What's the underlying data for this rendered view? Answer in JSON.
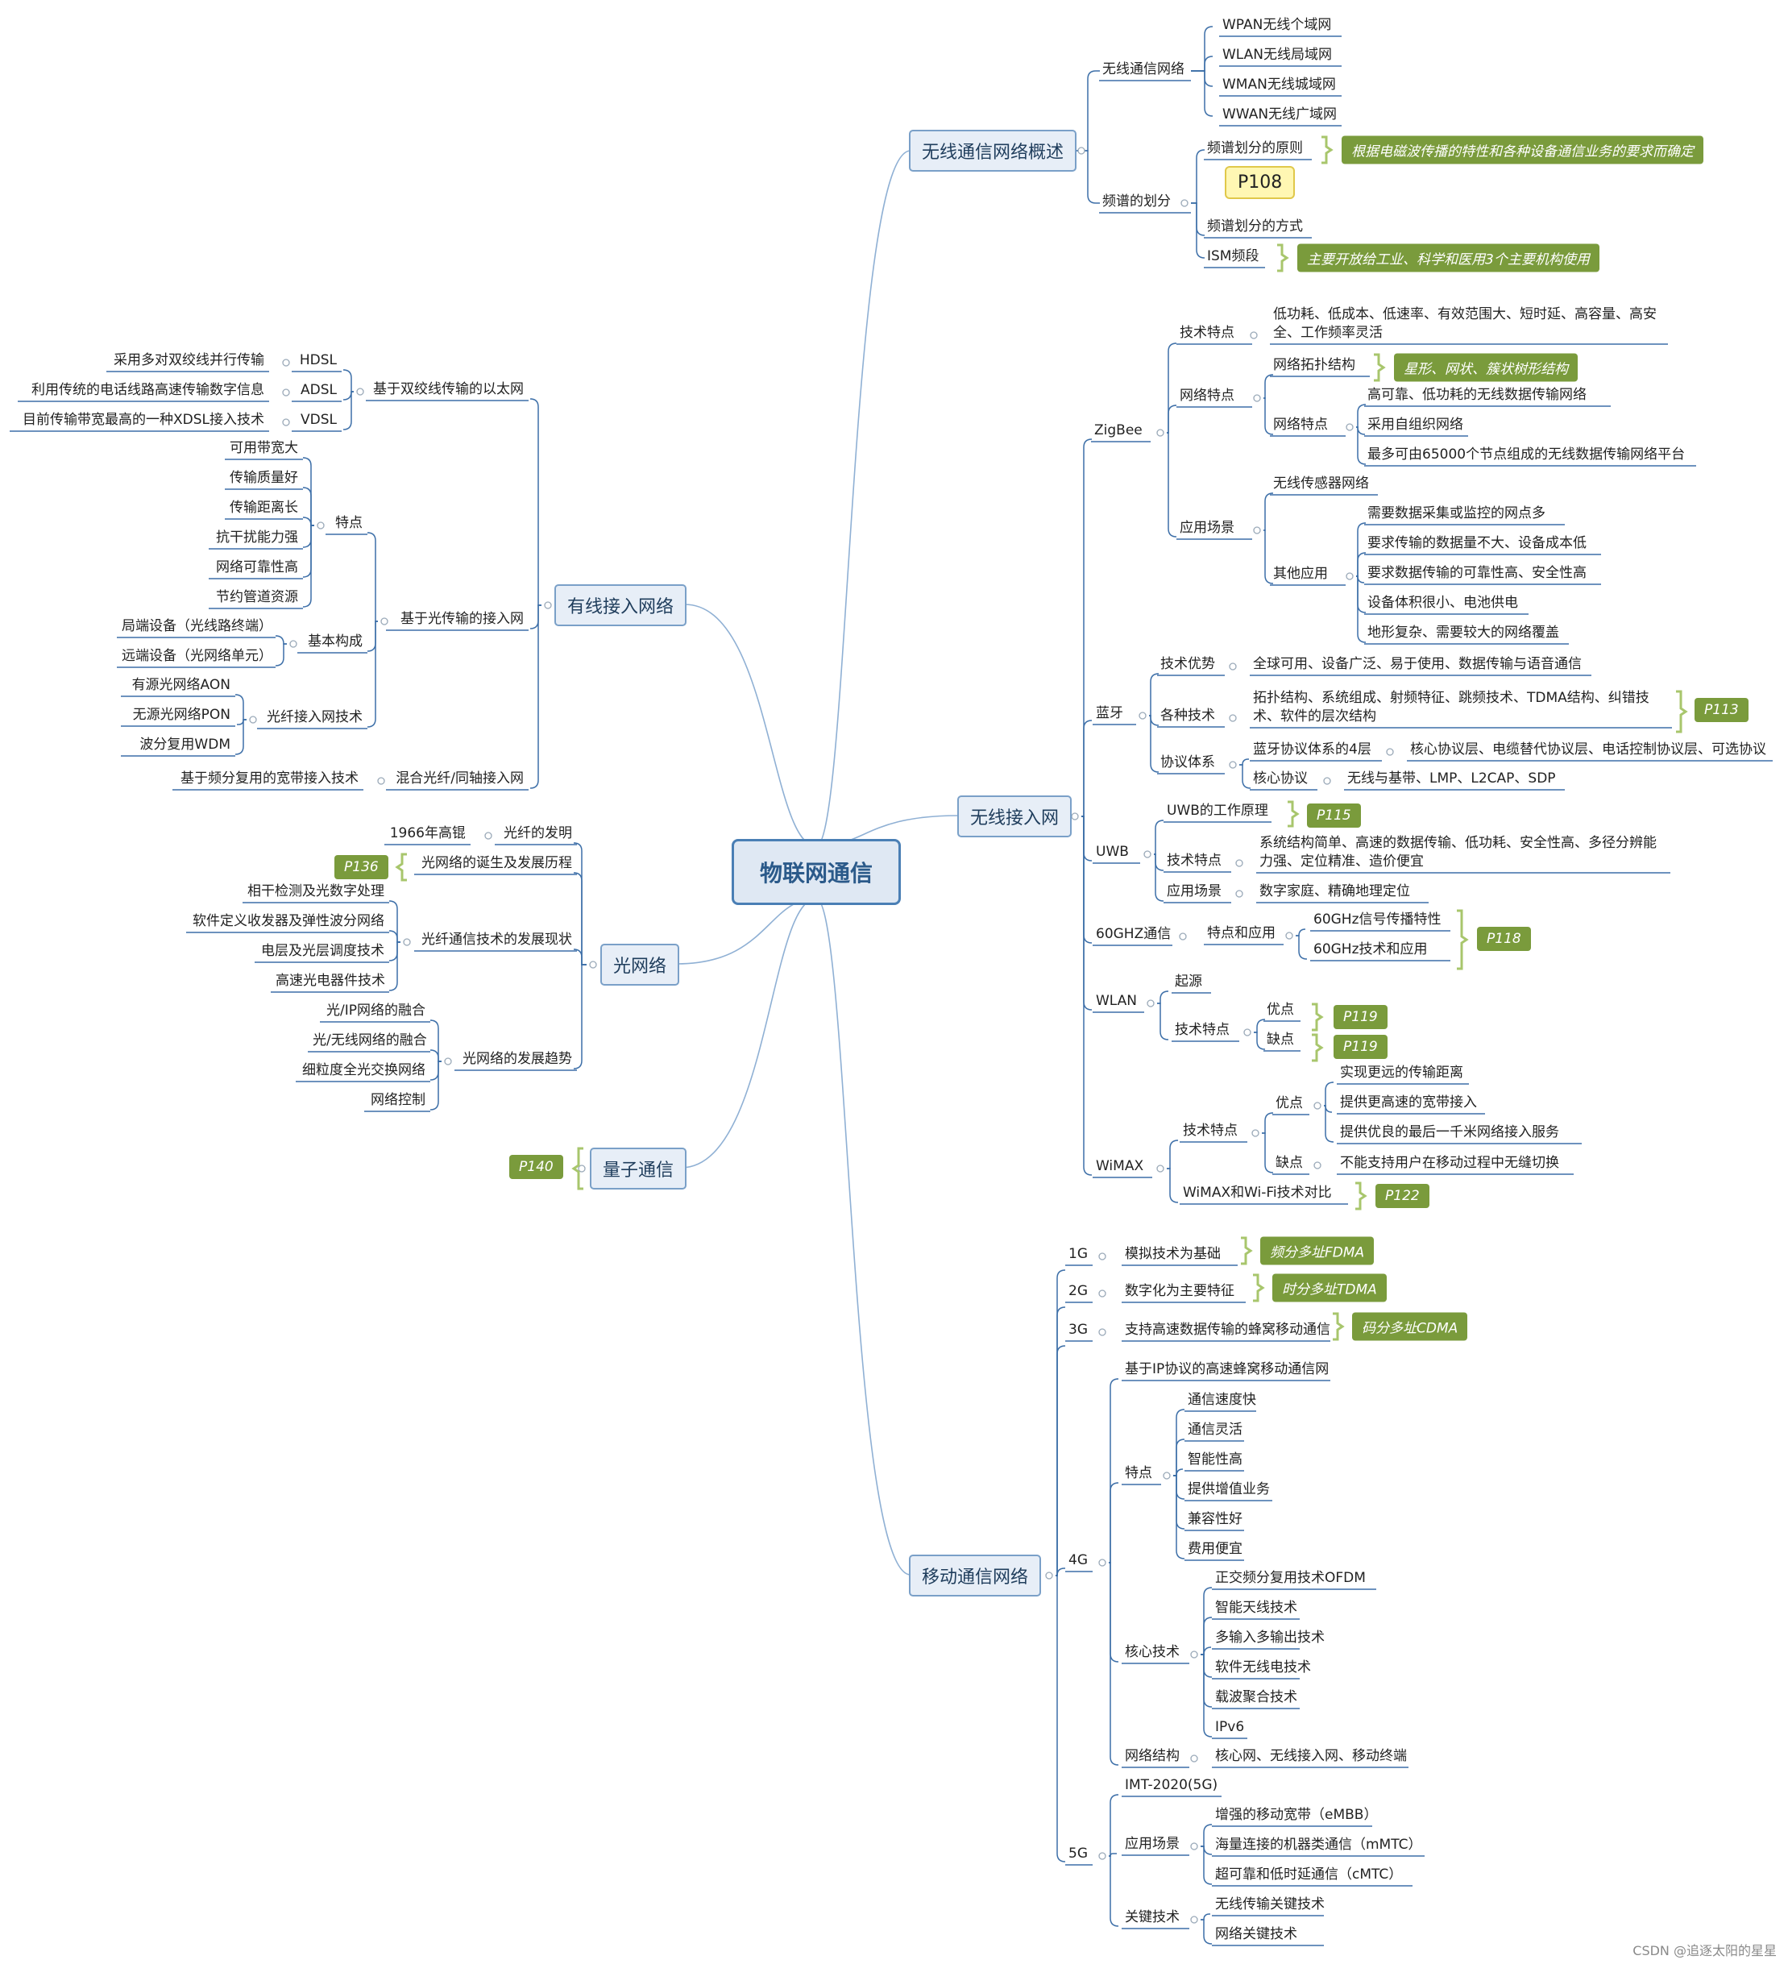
{
  "root": "物联网通信",
  "watermark": "CSDN @追逐太阳的星星",
  "colors": {
    "line": "#3d6fa8",
    "soft": "#8fb0d4",
    "tag": "#7a9b3c",
    "bracket": "#a8c66c"
  },
  "branches": {
    "wireless_overview": {
      "title": "无线通信网络概述",
      "comm_net": "无线通信网络",
      "comm_items": [
        "WPAN无线个域网",
        "WLAN无线局域网",
        "WMAN无线城域网",
        "WWAN无线广域网"
      ],
      "spectrum": "频谱的划分",
      "principle": "频谱划分的原则",
      "principle_tag": "根据电磁波传播的特性和各种设备通信业务的要求而确定",
      "callout": "P108",
      "method": "频谱划分的方式",
      "ism": "ISM频段",
      "ism_tag": "主要开放给工业、科学和医用3个主要机构使用"
    },
    "wireless_access": {
      "title": "无线接入网",
      "zigbee": {
        "label": "ZigBee",
        "tech": "技术特点",
        "tech_line1": "低功耗、低成本、低速率、有效范围大、短时延、高容量、高安",
        "tech_line2": "全、工作频率灵活",
        "net_feat": "网络特点",
        "topo": "网络拓扑结构",
        "topo_tag": "星形、网状、簇状树形结构",
        "net_feat2": "网络特点",
        "net_items": [
          "高可靠、低功耗的无线数据传输网络",
          "采用自组织网络",
          "最多可由65000个节点组成的无线数据传输网络平台"
        ],
        "scene": "应用场景",
        "sensor": "无线传感器网络",
        "other": "其他应用",
        "other_items": [
          "需要数据采集或监控的网点多",
          "要求传输的数据量不大、设备成本低",
          "要求数据传输的可靠性高、安全性高",
          "设备体积很小、电池供电",
          "地形复杂、需要较大的网络覆盖"
        ]
      },
      "bluetooth": {
        "label": "蓝牙",
        "adv": "技术优势",
        "adv_text": "全球可用、设备广泛、易于使用、数据传输与语音通信",
        "tech": "各种技术",
        "tech_line1": "拓扑结构、系统组成、射频特征、跳频技术、TDMA结构、纠错技",
        "tech_line2": "术、软件的层次结构",
        "tech_tag": "P113",
        "proto": "协议体系",
        "layers": "蓝牙协议体系的4层",
        "layers_text": "核心协议层、电缆替代协议层、电话控制协议层、可选协议",
        "core": "核心协议",
        "core_text": "无线与基带、LMP、L2CAP、SDP"
      },
      "uwb": {
        "label": "UWB",
        "principle": "UWB的工作原理",
        "principle_tag": "P115",
        "tech": "技术特点",
        "tech_line1": "系统结构简单、高速的数据传输、低功耗、安全性高、多径分辨能",
        "tech_line2": "力强、定位精准、造价便宜",
        "scene": "应用场景",
        "scene_text": "数字家庭、精确地理定位"
      },
      "ghz60": {
        "label": "60GHZ通信",
        "feat": "特点和应用",
        "items": [
          "60GHz信号传播特性",
          "60GHz技术和应用"
        ],
        "tag": "P118"
      },
      "wlan": {
        "label": "WLAN",
        "origin": "起源",
        "tech": "技术特点",
        "pro": "优点",
        "con": "缺点",
        "tag": "P119"
      },
      "wimax": {
        "label": "WiMAX",
        "tech": "技术特点",
        "pro": "优点",
        "pro_items": [
          "实现更远的传输距离",
          "提供更高速的宽带接入",
          "提供优良的最后一千米网络接入服务"
        ],
        "con": "缺点",
        "con_text": "不能支持用户在移动过程中无缝切换",
        "compare": "WiMAX和Wi-Fi技术对比",
        "compare_tag": "P122"
      }
    },
    "mobile": {
      "title": "移动通信网络",
      "g1": "1G",
      "g1_text": "模拟技术为基础",
      "g1_tag": "频分多址FDMA",
      "g2": "2G",
      "g2_text": "数字化为主要特征",
      "g2_tag": "时分多址TDMA",
      "g3": "3G",
      "g3_text": "支持高速数据传输的蜂窝移动通信",
      "g3_tag": "码分多址CDMA",
      "g4": "4G",
      "g4_ip": "基于IP协议的高速蜂窝移动通信网",
      "g4_feat": "特点",
      "g4_feat_items": [
        "通信速度快",
        "通信灵活",
        "智能性高",
        "提供增值业务",
        "兼容性好",
        "费用便宜"
      ],
      "g4_core": "核心技术",
      "g4_core_items": [
        "正交频分复用技术OFDM",
        "智能天线技术",
        "多输入多输出技术",
        "软件无线电技术",
        "载波聚合技术",
        "IPv6"
      ],
      "g4_net": "网络结构",
      "g4_net_text": "核心网、无线接入网、移动终端",
      "g5": "5G",
      "g5_imt": "IMT-2020(5G)",
      "g5_scene": "应用场景",
      "g5_scene_items": [
        "增强的移动宽带（eMBB）",
        "海量连接的机器类通信（mMTC）",
        "超可靠和低时延通信（cMTC）"
      ],
      "g5_key": "关键技术",
      "g5_key_items": [
        "无线传输关键技术",
        "网络关键技术"
      ]
    },
    "wired": {
      "title": "有线接入网络",
      "twisted": "基于双绞线传输的以太网",
      "hdsl": "HDSL",
      "hdsl_text": "采用多对双绞线并行传输",
      "adsl": "ADSL",
      "adsl_text": "利用传统的电话线路高速传输数字信息",
      "vdsl": "VDSL",
      "vdsl_text": "目前传输带宽最高的一种XDSL接入技术",
      "optical": "基于光传输的接入网",
      "feat": "特点",
      "feat_items": [
        "可用带宽大",
        "传输质量好",
        "传输距离长",
        "抗干扰能力强",
        "网络可靠性高",
        "节约管道资源"
      ],
      "basic": "基本构成",
      "basic_items": [
        "局端设备（光线路终端）",
        "远端设备（光网络单元）"
      ],
      "fiber": "光纤接入网技术",
      "fiber_items": [
        "有源光网络AON",
        "无源光网络PON",
        "波分复用WDM"
      ],
      "hybrid": "混合光纤/同轴接入网",
      "hybrid_text": "基于频分复用的宽带接入技术"
    },
    "optical": {
      "title": "光网络",
      "invent": "光纤的发明",
      "invent_text": "1966年高锟",
      "birth": "光网络的诞生及发展历程",
      "birth_tag": "P136",
      "status": "光纤通信技术的发展现状",
      "status_items": [
        "相干检测及光数字处理",
        "软件定义收发器及弹性波分网络",
        "电层及光层调度技术",
        "高速光电器件技术"
      ],
      "trend": "光网络的发展趋势",
      "trend_items": [
        "光/IP网络的融合",
        "光/无线网络的融合",
        "细粒度全光交换网络",
        "网络控制"
      ]
    },
    "quantum": {
      "title": "量子通信",
      "tag": "P140"
    }
  }
}
